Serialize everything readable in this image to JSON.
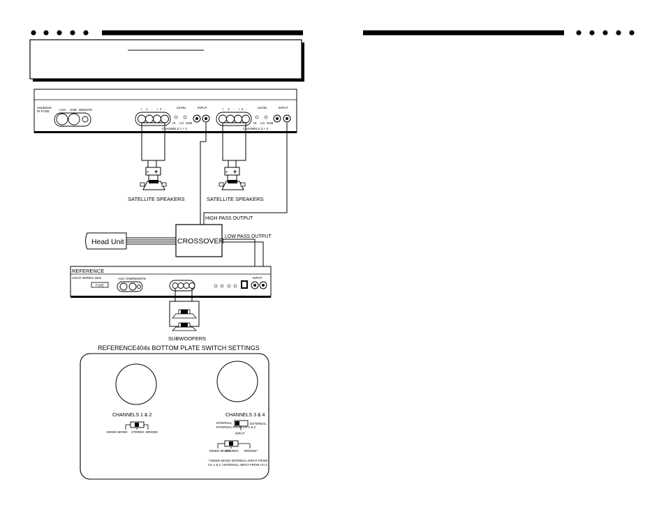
{
  "header": {
    "dot_count": 5,
    "title_box_text": ""
  },
  "amp_top": {
    "left_label_line1": "Hardwired",
    "left_label_line2": "IN FUSE",
    "power_labels": [
      "+12V",
      "GND",
      "REMOTE"
    ],
    "channels_12": {
      "speaker_terms": [
        "+",
        "1",
        "-",
        "+",
        "2",
        "-"
      ],
      "level": "LEVEL",
      "input": "INPUT",
      "crossover_labels": [
        "HI",
        "LO",
        "SUB"
      ],
      "footer": "CHANNELS 1 + 2"
    },
    "channels_34": {
      "speaker_terms": [
        "+",
        "3",
        "-",
        "+",
        "4",
        "-"
      ],
      "level": "LEVEL",
      "input": "INPUT",
      "crossover_labels": [
        "HI",
        "LO",
        "SUB"
      ],
      "footer": "CHANNELS 3 + 4"
    }
  },
  "speakers": {
    "left_label": "SATELLITE SPEAKERS",
    "right_label": "SATELLITE SPEAKERS",
    "polarity": [
      "-",
      "+"
    ]
  },
  "signal": {
    "head_unit": "Head Unit",
    "crossover": "CROSSOVER",
    "high_pass": "HIGH PASS OUTPUT",
    "low_pass": "LOW PASS OUTPUT"
  },
  "amp_bottom": {
    "brand": "REFERENCE",
    "model_text": "VOCO SERIES 404s",
    "fuse_label": "FUSE",
    "power_labels": [
      "+12V",
      "GND",
      "REMOTE"
    ],
    "input_label": "INPUT"
  },
  "subwoofers": {
    "label": "SUBWOOFERS"
  },
  "switch_panel": {
    "title": "REFERENCE404s BOTTOM PLATE SWITCH SETTINGS",
    "ch12": {
      "title": "CHANNELS 1 & 2",
      "options": [
        "MIXED MONO",
        "STEREO",
        "BRIDGE"
      ]
    },
    "ch34": {
      "title": "CHANNELS 3 & 4",
      "input_options": [
        "INTERNAL FROM CH 1 & 2",
        "EXTERNAL"
      ],
      "input_label": "INPUT",
      "options": [
        "MIXED MONO",
        "STEREO",
        "BRIDGE*"
      ],
      "note_line1": "* MIXED MONO INTERNAL INPUT FROM",
      "note_line2": "CH 1 & 2 / INTERNAL INPUT FROM CH 2"
    }
  }
}
